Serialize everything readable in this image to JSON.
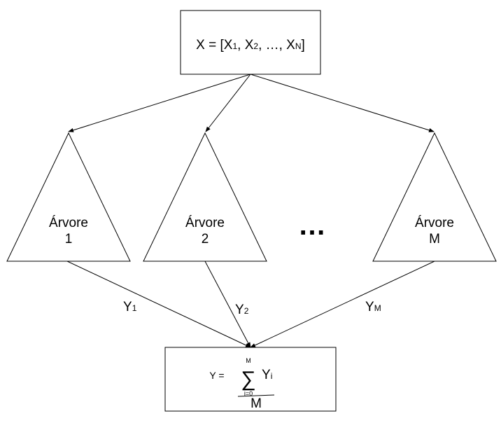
{
  "input_box": {
    "prefix": "X = [X",
    "sub1": "1",
    "sep1": ", X",
    "sub2": "2",
    "sep2": ", …, X",
    "subN": "N",
    "suffix": "]"
  },
  "trees": [
    {
      "label": "Árvore",
      "index": "1"
    },
    {
      "label": "Árvore",
      "index": "2"
    },
    {
      "label": "Árvore",
      "index": "M"
    }
  ],
  "ellipsis": "…",
  "outputs": [
    {
      "base": "Y",
      "sub": "1"
    },
    {
      "base": "Y",
      "sub": "2"
    },
    {
      "base": "Y",
      "sub": "M"
    }
  ],
  "result_box": {
    "lhs": "Y =",
    "sigma": "∑",
    "upper": "M",
    "lower": "i=0",
    "term_base": "Y",
    "term_sub": "i",
    "denominator": "M"
  }
}
